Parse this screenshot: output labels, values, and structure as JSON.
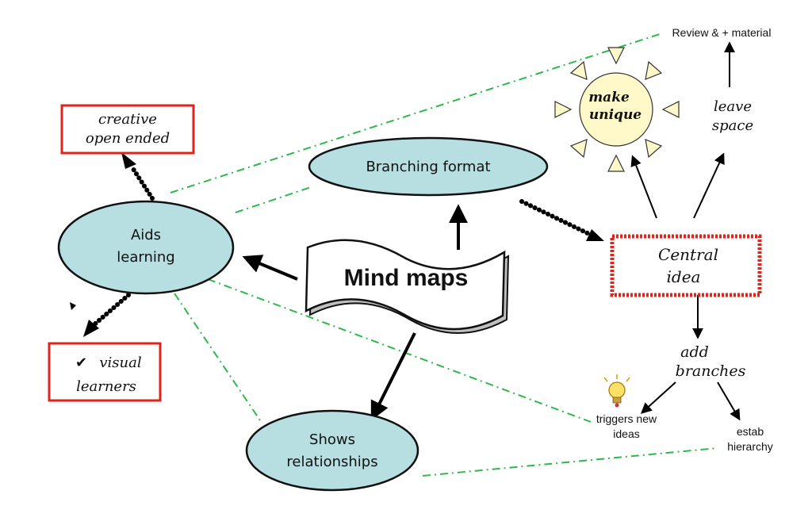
{
  "center": {
    "label": "Mind maps"
  },
  "ovals": {
    "branching": "Branching format",
    "aids_line1": "Aids",
    "aids_line2": "learning",
    "shows_line1": "Shows",
    "shows_line2": "relationships"
  },
  "boxes": {
    "creative_line1": "creative",
    "creative_line2": "open ended",
    "visual_line1": "visual",
    "visual_line2": "learners",
    "central_line1": "Central",
    "central_line2": "idea"
  },
  "notes": {
    "make_line1": "make",
    "make_line2": "unique",
    "leave_line1": "leave",
    "leave_line2": "space",
    "review": "Review & + material",
    "add_line1": "add",
    "add_line2": "branches",
    "triggers_line1": "triggers new",
    "triggers_line2": "ideas",
    "estab_line1": "estab",
    "estab_line2": "hierarchy"
  },
  "colors": {
    "oval_fill": "#b7dfe2",
    "box_border": "#e0241b",
    "dash_line": "#2db84a",
    "sun_fill": "#fff8c8"
  }
}
